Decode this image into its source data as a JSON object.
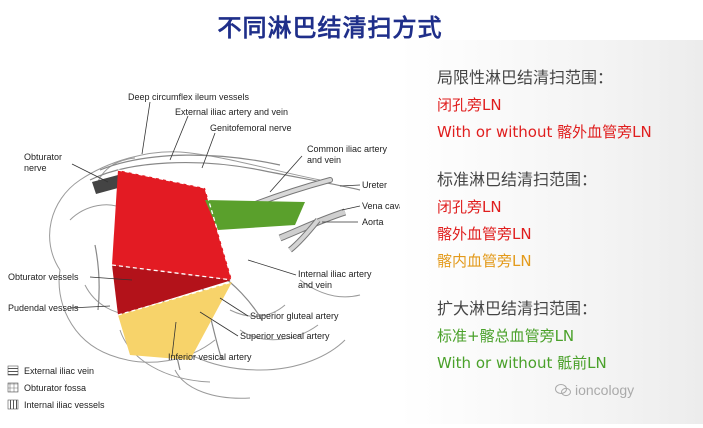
{
  "title": "不同淋巴结清扫方式",
  "diagram": {
    "labels": {
      "deep_circumflex": "Deep circumflex ileum vessels",
      "external_iliac": "External iliac artery and vein",
      "genitofemoral": "Genitofemoral nerve",
      "common_iliac_1": "Common iliac artery",
      "common_iliac_2": "and vein",
      "obturator_nerve_1": "Obturator",
      "obturator_nerve_2": "nerve",
      "ureter": "Ureter",
      "vena_cava": "Vena cava",
      "aorta": "Aorta",
      "obturator_vessels": "Obturator vessels",
      "pudendal": "Pudendal vessels",
      "internal_iliac_1": "Internal iliac artery",
      "internal_iliac_2": "and vein",
      "superior_gluteal": "Superior gluteal artery",
      "superior_vesical": "Superior vesical artery",
      "inferior_vesical": "Inferior vesical artery"
    },
    "legend": [
      {
        "label": "External iliac vein",
        "pattern": "lines-h"
      },
      {
        "label": "Obturator fossa",
        "pattern": "grid"
      },
      {
        "label": "Internal iliac vessels",
        "pattern": "lines-v"
      }
    ],
    "colors": {
      "red": "#e31b23",
      "dark_red": "#b3121a",
      "yellow": "#f7d36a",
      "green": "#5aa02c"
    }
  },
  "sections": [
    {
      "heading": "局限性淋巴结清扫范围：",
      "lines": [
        {
          "text": "闭孔旁LN",
          "color": "red"
        },
        {
          "text": "With or without 髂外血管旁LN",
          "color": "red"
        }
      ]
    },
    {
      "heading": "标准淋巴结清扫范围：",
      "lines": [
        {
          "text": "闭孔旁LN",
          "color": "red"
        },
        {
          "text": "髂外血管旁LN",
          "color": "red"
        },
        {
          "text": "髂内血管旁LN",
          "color": "orange"
        }
      ]
    },
    {
      "heading": "扩大淋巴结清扫范围：",
      "lines": [
        {
          "text": "标准+髂总血管旁LN",
          "color": "green"
        },
        {
          "text": "With or without 骶前LN",
          "color": "green"
        }
      ]
    }
  ],
  "watermark": "ioncology"
}
